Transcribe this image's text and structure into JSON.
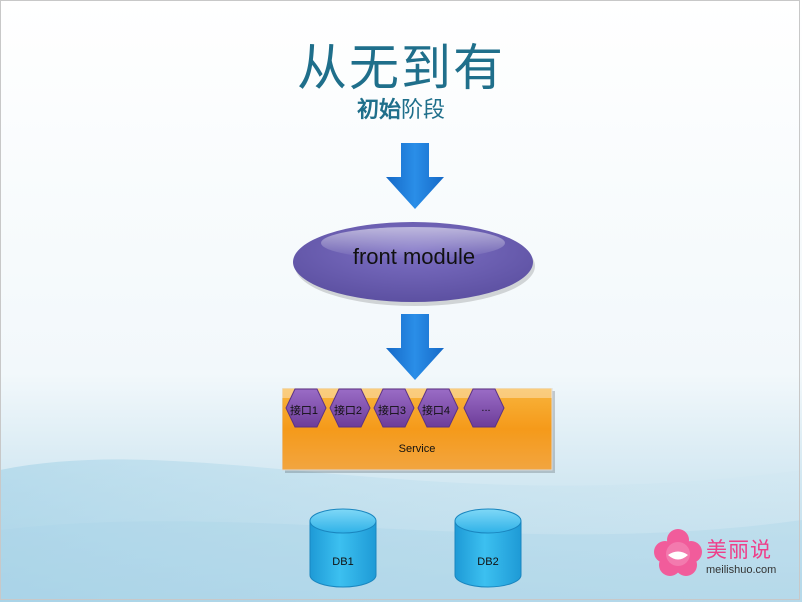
{
  "slide": {
    "title": "从无到有",
    "subtitle_bold": "初始",
    "subtitle_rest": "阶段"
  },
  "diagram": {
    "front_module": "front module",
    "interfaces": [
      "接口1",
      "接口2",
      "接口3",
      "接口4",
      "..."
    ],
    "service": "Service",
    "databases": [
      "DB1",
      "DB2"
    ]
  },
  "logo": {
    "brand": "美丽说",
    "url": "meilishuo.com"
  },
  "colors": {
    "title": "#1f6f8b",
    "arrow": "#1a79d6",
    "ellipse": "#6a5db0",
    "hexagon": "#7b4aa3",
    "service": "#f59a1a",
    "database": "#27aee6",
    "logo": "#ee3f8a"
  }
}
